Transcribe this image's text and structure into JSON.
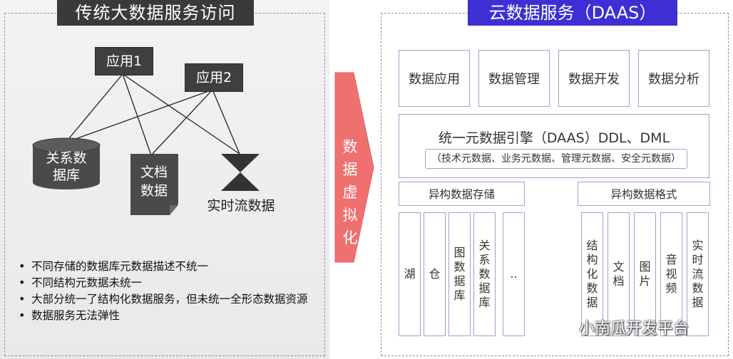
{
  "left": {
    "title": "传统大数据服务访问",
    "app1": "应用1",
    "app2": "应用2",
    "db_label_line1": "关系数",
    "db_label_line2": "据库",
    "doc_label_line1": "文档",
    "doc_label_line2": "数据",
    "stream_label": "实时流数据",
    "bullets": [
      "不同存储的数据库元数据描述不统一",
      "不同结构元数据未统一",
      "大部分统一了结构化数据服务，但未统一全形态数据资源",
      "数据服务无法弹性"
    ]
  },
  "arrow": {
    "label": "数据虚拟化",
    "color": "#f07070"
  },
  "right": {
    "title": "云数据服务（DAAS）",
    "top_boxes": [
      "数据应用",
      "数据管理",
      "数据开发",
      "数据分析"
    ],
    "engine_title": "统一元数据引擎（DAAS）DDL、DML",
    "engine_sub": "（技术元数据、业务元数据、管理元数据、安全元数据）",
    "storage_header": "异构数据存储",
    "format_header": "异构数据格式",
    "storage_items": [
      "湖",
      "仓",
      "图数据库",
      "关系数据库",
      ".."
    ],
    "format_items": [
      "结构化数据",
      "文档",
      "图片",
      "音视频",
      "实时流数据"
    ]
  },
  "watermark": "小南瓜开发平台",
  "colors": {
    "left_title_bg": "#3a3a3a",
    "right_title_bg": "#3d2fd4",
    "accent_border": "#9aa3cc"
  }
}
